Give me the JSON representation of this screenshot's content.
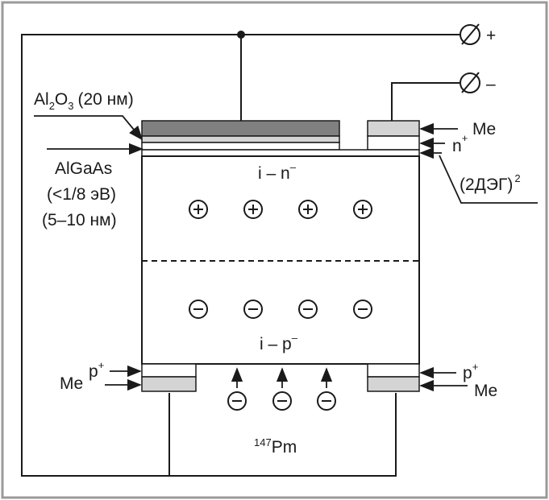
{
  "terminals": {
    "plus": "+",
    "minus": "–"
  },
  "labels": {
    "al2o3_main": "Al",
    "al2o3_sub1": "2",
    "al2o3_o": "O",
    "al2o3_sub2": "3",
    "al2o3_rest": "(20 нм)",
    "algaas": "AlGaAs",
    "algaas_energy": "(<1/8 эВ)",
    "algaas_thickness": "(5–10 нм)",
    "me_top_right": "Me",
    "n_plus_top_right": "n",
    "n_plus_sup": "+",
    "twodeg": "(2ДЭГ)",
    "twodeg_sup": "2",
    "i_n_region": "i – n",
    "i_n_sup": "–",
    "i_p_region": "i – p",
    "i_p_sup": "–",
    "me_bottom_left": "Me",
    "p_plus_bottom_left": "p",
    "p_plus_bottom_left_sup": "+",
    "p_plus_bottom_right": "p",
    "p_plus_bottom_right_sup": "+",
    "me_bottom_right": "Me",
    "pm_mass": "147",
    "pm_symbol": "Pm"
  },
  "charges": {
    "positive": [
      "+",
      "+",
      "+",
      "+"
    ],
    "negative_region": [
      "–",
      "–",
      "–",
      "–"
    ],
    "negative_source": [
      "–",
      "–",
      "–"
    ]
  },
  "colors": {
    "frame_border": "#9a9a9a",
    "gate_dark": "#808080",
    "contact_light": "#d4d4d4",
    "line": "#1a1a1a"
  }
}
